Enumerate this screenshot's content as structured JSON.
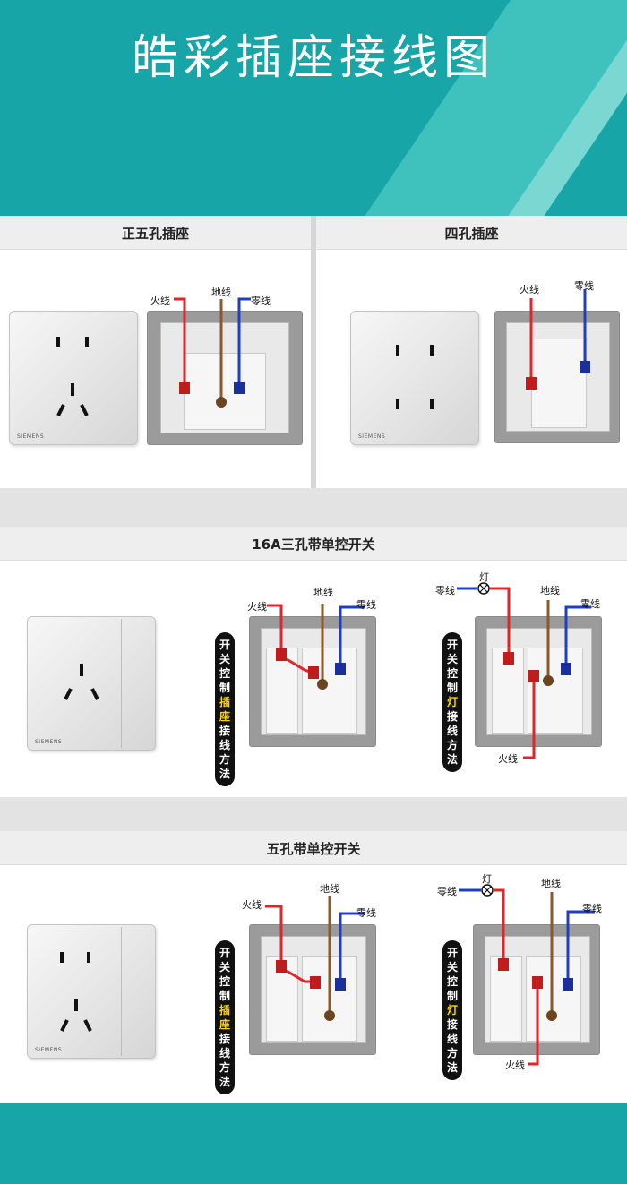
{
  "title": "皓彩插座接线图",
  "sections": {
    "five_hole": {
      "heading": "正五孔插座",
      "brand": "SIEMENS",
      "labels": {
        "live": "火线",
        "earth": "地线",
        "neutral": "零线"
      }
    },
    "four_hole": {
      "heading": "四孔插座",
      "brand": "SIEMENS",
      "labels": {
        "live": "火线",
        "neutral": "零线"
      }
    },
    "three_hole_switch": {
      "heading": "16A三孔带单控开关",
      "brand": "SIEMENS",
      "left": {
        "vtext_a": "开关控制",
        "vtext_hl": "插座",
        "vtext_b": "接线方法",
        "labels": {
          "live": "火线",
          "earth": "地线",
          "neutral": "零线"
        }
      },
      "right": {
        "vtext_a": "开关控制",
        "vtext_hl": "灯",
        "vtext_b": "接线方法",
        "labels": {
          "neutral_left": "零线",
          "lamp": "灯",
          "earth": "地线",
          "neutral": "零线",
          "live": "火线"
        }
      }
    },
    "five_hole_switch": {
      "heading": "五孔带单控开关",
      "brand": "SIEMENS",
      "left": {
        "vtext_a": "开关控制",
        "vtext_hl": "插座",
        "vtext_b": "接线方法",
        "labels": {
          "live": "火线",
          "earth": "地线",
          "neutral": "零线"
        }
      },
      "right": {
        "vtext_a": "开关控制",
        "vtext_hl": "灯",
        "vtext_b": "接线方法",
        "labels": {
          "neutral_left": "零线",
          "lamp": "灯",
          "earth": "地线",
          "neutral": "零线",
          "live": "火线"
        }
      }
    }
  },
  "colors": {
    "teal": "#17a5a7",
    "live": "#e0262b",
    "neutral": "#1f3fbf",
    "earth": "#8b5a2b",
    "highlight": "#ffd800"
  }
}
